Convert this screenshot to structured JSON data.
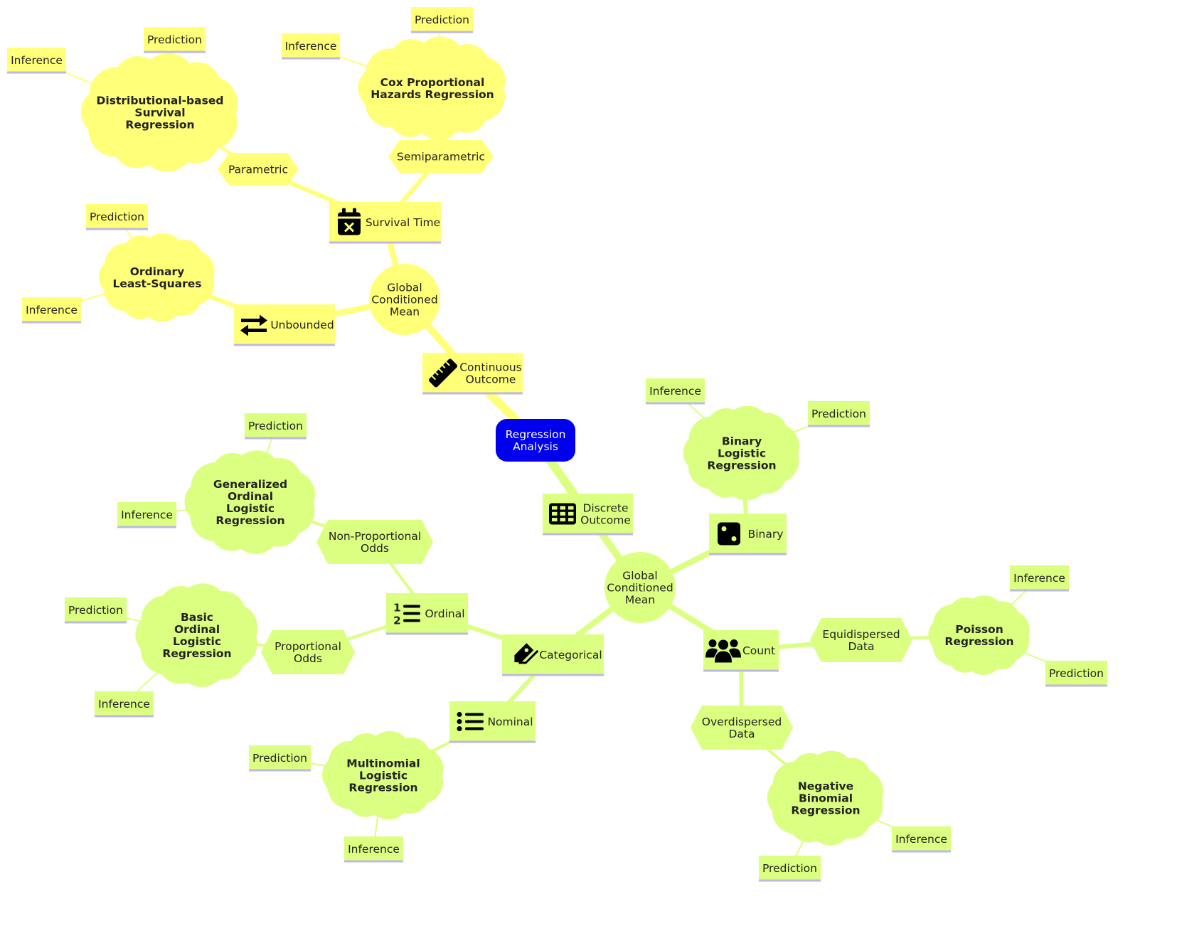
{
  "colors": {
    "yellow": "#ffff78",
    "yellow_edge": "#ffff78",
    "green": "#dbff80",
    "green_edge": "#dbff80",
    "root": "#0000ee",
    "underline": "#bfb7e6",
    "icon": "#000000"
  },
  "root": {
    "label": [
      "Regression",
      "Analysis"
    ]
  },
  "continuous": {
    "label": [
      "Continuous",
      "Outcome"
    ],
    "icon": "ruler-icon",
    "mean": {
      "label": [
        "Global",
        "Conditioned",
        "Mean"
      ]
    },
    "unbounded": {
      "label": "Unbounded",
      "icon": "arrows-exchange-icon",
      "model": {
        "label": [
          "Ordinary",
          "Least-Squares"
        ]
      },
      "inference": "Inference",
      "prediction": "Prediction"
    },
    "survival": {
      "label": "Survival Time",
      "icon": "calendar-x-icon",
      "parametric": {
        "label": "Parametric",
        "model": {
          "label": [
            "Distributional-based",
            "Survival",
            "Regression"
          ]
        },
        "inference": "Inference",
        "prediction": "Prediction"
      },
      "semiparametric": {
        "label": "Semiparametric",
        "model": {
          "label": [
            "Cox Proportional",
            "Hazards Regression"
          ]
        },
        "inference": "Inference",
        "prediction": "Prediction"
      }
    }
  },
  "discrete": {
    "label": [
      "Discrete",
      "Outcome"
    ],
    "icon": "grid-table-icon",
    "mean": {
      "label": [
        "Global",
        "Conditioned",
        "Mean"
      ]
    },
    "binary": {
      "label": "Binary",
      "icon": "dice-icon",
      "model": {
        "label": [
          "Binary",
          "Logistic",
          "Regression"
        ]
      },
      "inference": "Inference",
      "prediction": "Prediction"
    },
    "count": {
      "label": "Count",
      "icon": "users-icon",
      "equidispersed": {
        "label": [
          "Equidispersed",
          "Data"
        ],
        "model": {
          "label": [
            "Poisson",
            "Regression"
          ]
        },
        "inference": "Inference",
        "prediction": "Prediction"
      },
      "overdispersed": {
        "label": [
          "Overdispersed",
          "Data"
        ],
        "model": {
          "label": [
            "Negative",
            "Binomial",
            "Regression"
          ]
        },
        "inference": "Inference",
        "prediction": "Prediction"
      }
    },
    "categorical": {
      "label": "Categorical",
      "icon": "tags-icon",
      "ordinal": {
        "label": "Ordinal",
        "icon": "ordered-list-icon",
        "nonproportional": {
          "label": [
            "Non-Proportional",
            "Odds"
          ],
          "model": {
            "label": [
              "Generalized",
              "Ordinal",
              "Logistic",
              "Regression"
            ]
          },
          "inference": "Inference",
          "prediction": "Prediction"
        },
        "proportional": {
          "label": [
            "Proportional",
            "Odds"
          ],
          "model": {
            "label": [
              "Basic",
              "Ordinal",
              "Logistic",
              "Regression"
            ]
          },
          "inference": "Inference",
          "prediction": "Prediction"
        }
      },
      "nominal": {
        "label": "Nominal",
        "icon": "list-icon",
        "model": {
          "label": [
            "Multinomial",
            "Logistic",
            "Regression"
          ]
        },
        "inference": "Inference",
        "prediction": "Prediction"
      }
    }
  }
}
